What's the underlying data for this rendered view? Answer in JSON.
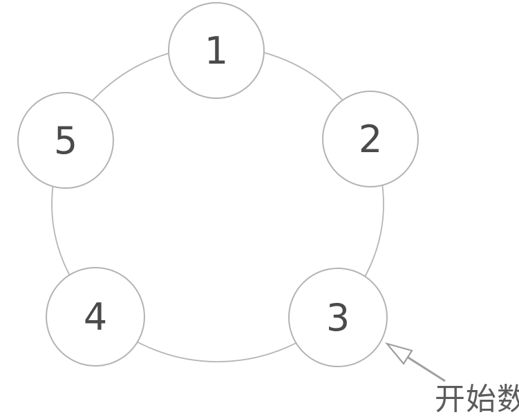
{
  "diagram": {
    "type": "ring-of-nodes",
    "nodes": [
      {
        "label": "1",
        "position": "top"
      },
      {
        "label": "2",
        "position": "upper-right"
      },
      {
        "label": "3",
        "position": "lower-right"
      },
      {
        "label": "4",
        "position": "lower-left"
      },
      {
        "label": "5",
        "position": "upper-left"
      }
    ],
    "annotation": {
      "label": "开始数",
      "points_to_node": "3"
    },
    "colors": {
      "background": "#ffffff",
      "ring_stroke": "#b5b5b5",
      "node_stroke": "#b3b3b3",
      "node_fill": "#ffffff",
      "number_color": "#4a4a4a",
      "arrow_color": "#9e9e9e",
      "arrow_head_fill": "#ffffff",
      "label_color": "#5c5c5c"
    }
  }
}
